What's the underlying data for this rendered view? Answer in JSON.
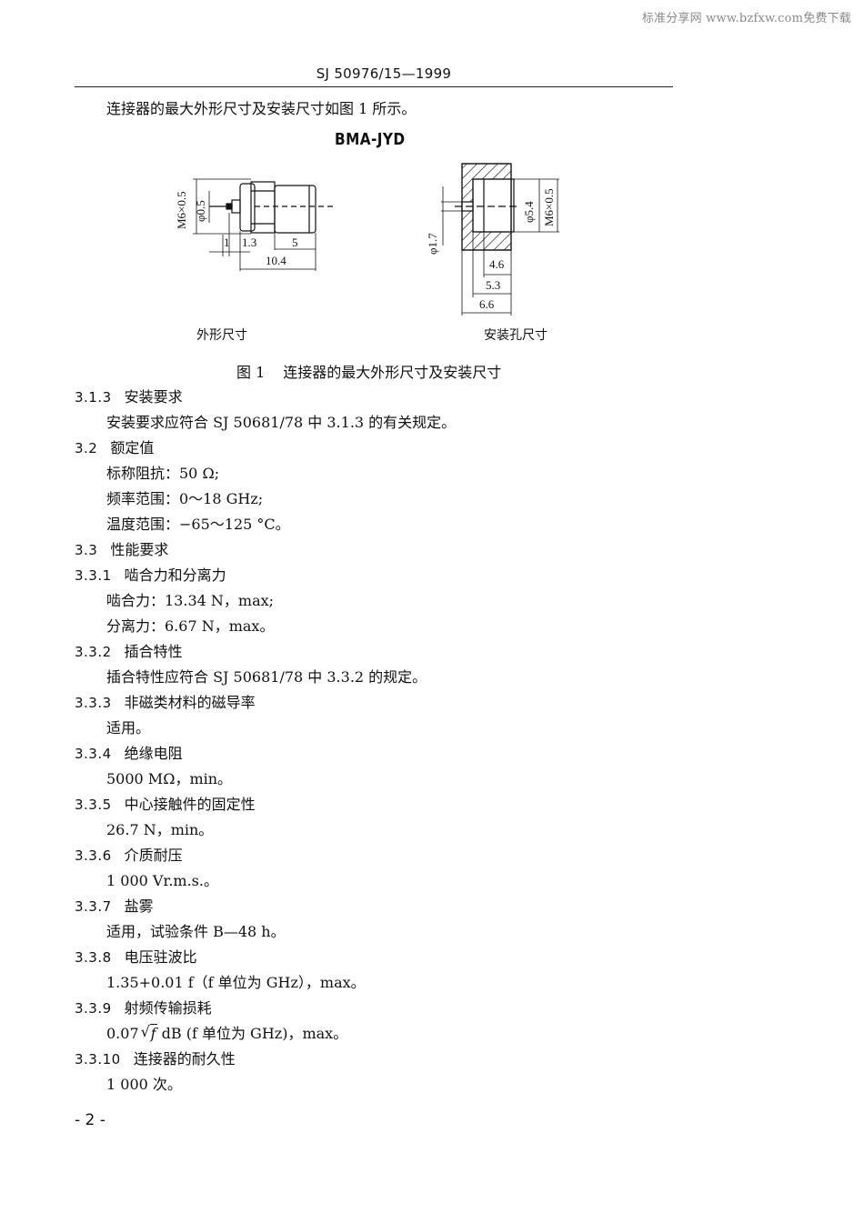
{
  "watermark": "标准分享网 www.bzfxw.com免费下载",
  "header": {
    "standard_number": "SJ 50976/15—1999"
  },
  "intro": "连接器的最大外形尺寸及安装尺寸如图 1 所示。",
  "model": "BMA-JYD",
  "figure": {
    "left_drawing": {
      "caption": "外形尺寸",
      "dims": {
        "thread": "M6×0.5",
        "pin_dia": "φ0.5",
        "d1": "1",
        "d2": "1.3",
        "d3": "5",
        "total": "10.4"
      }
    },
    "right_drawing": {
      "caption": "安装孔尺寸",
      "dims": {
        "hole_dia": "φ1.7",
        "bore_dia": "φ5.4",
        "thread": "M6×0.5",
        "d1": "4.6",
        "d2": "5.3",
        "d3": "6.6"
      }
    },
    "number": "图 1",
    "title": "连接器的最大外形尺寸及安装尺寸"
  },
  "sections": [
    {
      "no": "3.1.3",
      "title": "安装要求",
      "body": [
        "安装要求应符合 SJ 50681/78 中 3.1.3 的有关规定。"
      ]
    },
    {
      "no": "3.2",
      "title": "额定值",
      "body": [
        "标称阻抗：50 Ω;",
        "频率范围：0～18 GHz;",
        "温度范围：−65～125 °C。"
      ]
    },
    {
      "no": "3.3",
      "title": "性能要求",
      "body": []
    },
    {
      "no": "3.3.1",
      "title": "啮合力和分离力",
      "body": [
        "啮合力：13.34 N，max;",
        "分离力：6.67 N，max。"
      ]
    },
    {
      "no": "3.3.2",
      "title": "插合特性",
      "body": [
        "插合特性应符合 SJ 50681/78 中 3.3.2 的规定。"
      ]
    },
    {
      "no": "3.3.3",
      "title": "非磁类材料的磁导率",
      "body": [
        "适用。"
      ]
    },
    {
      "no": "3.3.4",
      "title": "绝缘电阻",
      "body": [
        "5000 MΩ，min。"
      ]
    },
    {
      "no": "3.3.5",
      "title": "中心接触件的固定性",
      "body": [
        "26.7 N，min。"
      ]
    },
    {
      "no": "3.3.6",
      "title": "介质耐压",
      "body": [
        "1 000 Vr.m.s.。"
      ]
    },
    {
      "no": "3.3.7",
      "title": "盐雾",
      "body": [
        "适用，试验条件 B—48 h。"
      ]
    },
    {
      "no": "3.3.8",
      "title": "电压驻波比",
      "body": [
        "1.35+0.01 f（f 单位为 GHz），max。"
      ]
    },
    {
      "no": "3.3.9",
      "title": "射频传输损耗",
      "body_parts": {
        "prefix": "0.07",
        "radicand": "f",
        "suffix": " dB (f 单位为 GHz)，max。"
      }
    },
    {
      "no": "3.3.10",
      "title": "连接器的耐久性",
      "body": [
        "1 000 次。"
      ]
    }
  ],
  "page_number": "- 2 -"
}
